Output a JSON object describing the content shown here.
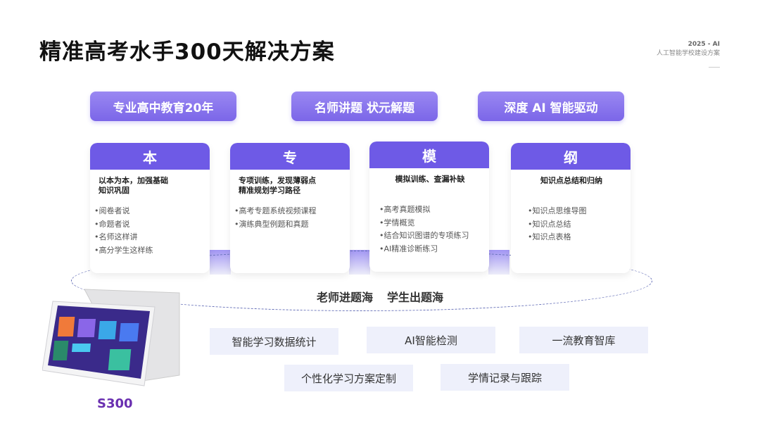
{
  "title": "精准高考水手300天解决方案",
  "corner": {
    "year": "2025 - AI",
    "subtitle": "人工智能学校建设方案"
  },
  "pills": [
    "专业高中教育20年",
    "名师讲题  状元解题",
    "深度 AI 智能驱动"
  ],
  "cards": [
    {
      "head": "本",
      "sub": "以本为本，加强基础\n知识巩固",
      "items": [
        "•阅卷者说",
        "•命题者说",
        "•名师这样讲",
        "•高分学生这样练"
      ]
    },
    {
      "head": "专",
      "sub": "专项训练，发现薄弱点\n精准规划学习路径",
      "items": [
        "•高考专题系统视频课程",
        "•演练典型例题和真题"
      ]
    },
    {
      "head": "模",
      "sub": "模拟训练、查漏补缺",
      "items": [
        "•高考真题模拟",
        "•学情概览",
        "•结合知识图谱的专项练习",
        "•AI精准诊断练习"
      ]
    },
    {
      "head": "纲",
      "sub": "知识点总结和归纳",
      "items": [
        "•知识点思维导图",
        "•知识点总结",
        "•知识点表格"
      ]
    }
  ],
  "slogan": [
    "老师进题海",
    "学生出题海"
  ],
  "features": [
    "智能学习数据统计",
    "AI智能检测",
    "一流教育智库",
    "个性化学习方案定制",
    "学情记录与跟踪"
  ],
  "device": {
    "model": "S300"
  },
  "colors": {
    "accent": "#6e5ae6",
    "model": "#6a2fb0",
    "feature_bg": "#eef0fb"
  }
}
